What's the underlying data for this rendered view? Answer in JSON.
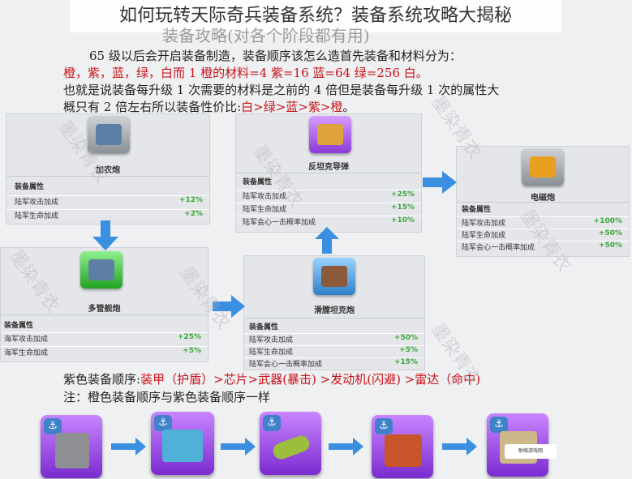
{
  "page_title": "如何玩转天际奇兵装备系统？装备系统攻略大揭秘",
  "faded_title": "装备攻略(对各个阶段都有用)",
  "intro": {
    "line1": "65 级以后会开启装备制造，装备顺序该怎么造首先装备和材料分为：",
    "line2": "橙，紫，蓝，绿，白而 1 橙的材料=4 紫=16 蓝=64 绿=256 白。",
    "line3": "也就是说装备每升级 1 次需要的材料是之前的 4 倍但是装备每升级 1 次的属性大",
    "line4a": "概只有 2 倍左右所以装备性价比:",
    "line4b": "白>绿>蓝>紫>橙",
    "line4c": "。"
  },
  "panels": {
    "p1": {
      "name": "加农炮",
      "stats_header": "装备属性",
      "rows": [
        {
          "label": "陆军攻击加成",
          "value": "+12%"
        },
        {
          "label": "陆军生命加成",
          "value": "+2%"
        }
      ]
    },
    "p2": {
      "name": "反坦克导弹",
      "stats_header": "装备属性",
      "rows": [
        {
          "label": "陆军攻击加成",
          "value": "+25%"
        },
        {
          "label": "陆军生命加成",
          "value": "+15%"
        },
        {
          "label": "陆军会心一击概率加成",
          "value": "+10%"
        }
      ]
    },
    "p3": {
      "name": "电磁炮",
      "stats_header": "装备属性",
      "rows": [
        {
          "label": "陆军攻击加成",
          "value": "+100%"
        },
        {
          "label": "陆军生命加成",
          "value": "+50%"
        },
        {
          "label": "陆军会心一击概率加成",
          "value": "+50%"
        }
      ]
    },
    "p4": {
      "name": "多管舰炮",
      "stats_header": "装备属性",
      "rows": [
        {
          "label": "海军攻击加成",
          "value": "+25%"
        },
        {
          "label": "海军生命加成",
          "value": "+5%"
        }
      ]
    },
    "p5": {
      "name": "滑膛坦克炮",
      "stats_header": "装备属性",
      "rows": [
        {
          "label": "陆军攻击加成",
          "value": "+50%"
        },
        {
          "label": "陆军生命加成",
          "value": "+5%"
        },
        {
          "label": "陆军会心一击概率加成",
          "value": "+15%"
        }
      ]
    }
  },
  "order": {
    "line1a": "紫色装备顺序:",
    "line1b": "装甲（护盾）>芯片>武器(暴击) >发动机(闪避) >雷达（命中)",
    "line2": "注：橙色装备顺序与紫色装备顺序一样"
  },
  "watermark": "墨染青衣",
  "site_badge": "耐维游戏网",
  "colors": {
    "accent_red": "#c8131a",
    "stat_green": "#39a83a",
    "arrow_blue": "#3a8fe0"
  }
}
